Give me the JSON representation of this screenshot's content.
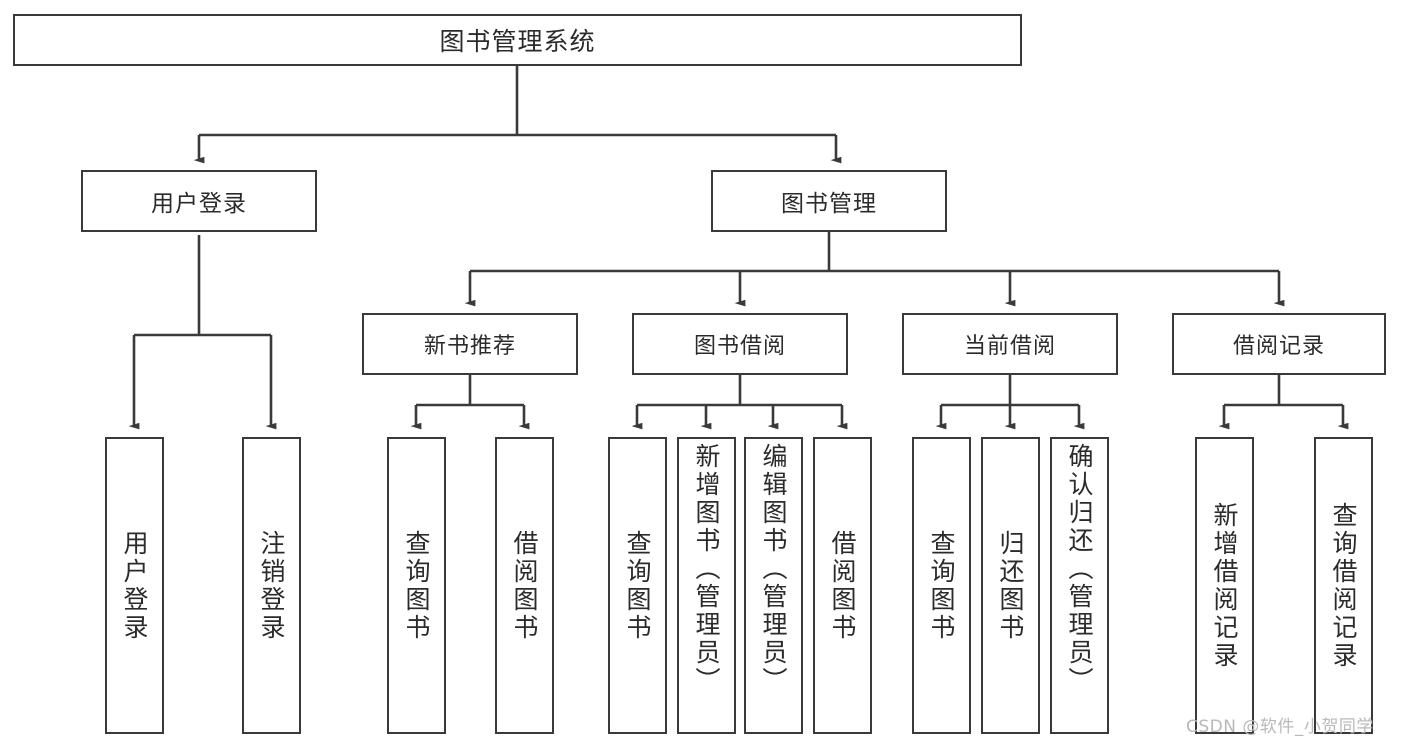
{
  "diagram": {
    "type": "tree",
    "title": "图书管理系统",
    "orientation": "top-down",
    "stroke_color": "#3a3a3a",
    "fill_color": "#ffffff",
    "text_color": "#2b2b2b",
    "root": {
      "label": "图书管理系统"
    },
    "level1": [
      {
        "label": "用户登录"
      },
      {
        "label": "图书管理"
      }
    ],
    "level2": [
      {
        "label": "新书推荐",
        "parent": "图书管理"
      },
      {
        "label": "图书借阅",
        "parent": "图书管理"
      },
      {
        "label": "当前借阅",
        "parent": "图书管理"
      },
      {
        "label": "借阅记录",
        "parent": "图书管理"
      }
    ],
    "leaves": {
      "user_login": [
        {
          "label": "用户登录"
        },
        {
          "label": "注销登录"
        }
      ],
      "new_book_recommend": [
        {
          "label": "查询图书"
        },
        {
          "label": "借阅图书"
        }
      ],
      "book_borrow": [
        {
          "label": "查询图书"
        },
        {
          "label": "新增图书（管理员）"
        },
        {
          "label": "编辑图书（管理员）"
        },
        {
          "label": "借阅图书"
        }
      ],
      "current_borrow": [
        {
          "label": "查询图书"
        },
        {
          "label": "归还图书"
        },
        {
          "label": "确认归还（管理员）"
        }
      ],
      "borrow_records": [
        {
          "label": "新增借阅记录"
        },
        {
          "label": "查询借阅记录"
        }
      ]
    }
  },
  "watermark": {
    "text": "CSDN @软件_小贺同学"
  }
}
